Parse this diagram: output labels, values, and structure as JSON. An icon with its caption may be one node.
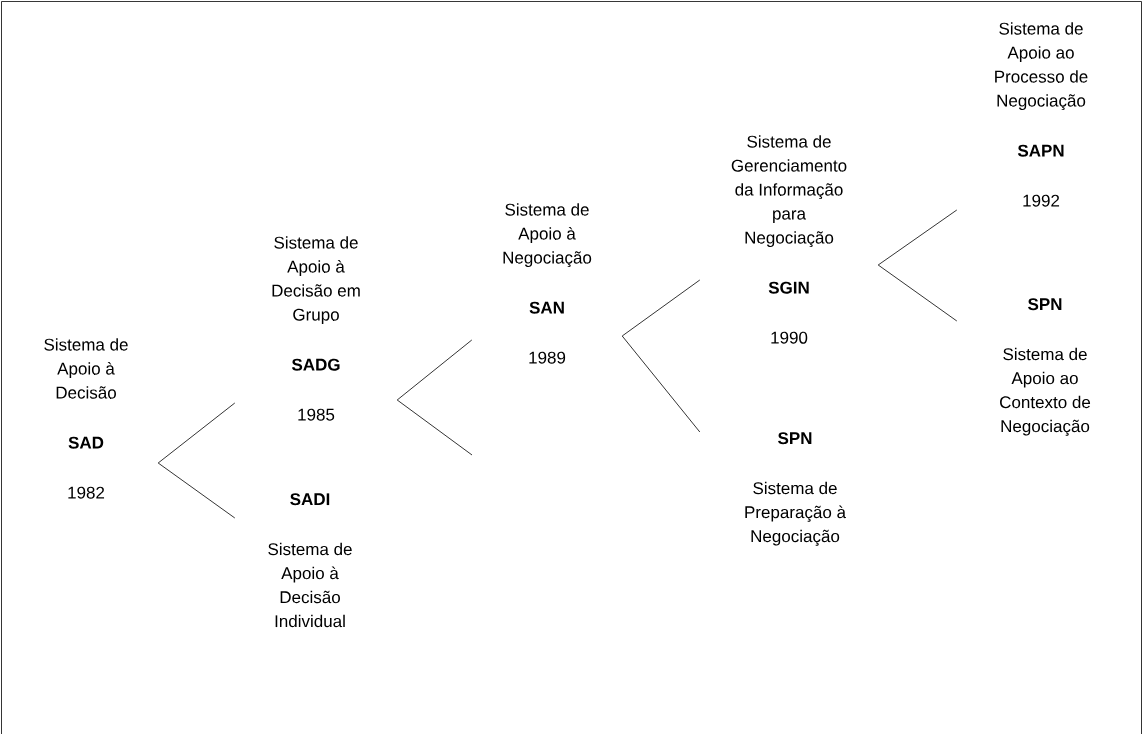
{
  "diagram": {
    "nodes": [
      {
        "text": [
          "Sistema de Apoio à Decisão",
          "SAD",
          "1982"
        ]
      },
      {
        "text": [
          "Sistema de Apoio à Decisão em Grupo",
          "SADG",
          "1985"
        ]
      },
      {
        "text": [
          "SADI",
          "Sistema de Apoio à Decisão Individual"
        ]
      },
      {
        "text": [
          "Sistema de Apoio à Negociação",
          "SAN",
          "1989"
        ]
      },
      {
        "text": [
          "Sistema de Gerenciamento da Informação para Negociação",
          "SGIN",
          "1990"
        ]
      },
      {
        "text": [
          "SPN",
          "Sistema de Preparação à Negociação"
        ]
      },
      {
        "text": [
          "Sistema de Apoio ao Processo de Negociação",
          "SAPN",
          "1992"
        ]
      },
      {
        "text": [
          "SPN",
          "Sistema de Apoio ao Contexto de Negociação"
        ]
      }
    ],
    "edges": [
      {
        "from": 0,
        "to": 1,
        "arrow": "none"
      },
      {
        "from": 0,
        "to": 2,
        "arrow": "none"
      },
      {
        "from": 1,
        "to": 3,
        "arrow": "none"
      },
      {
        "from": 1,
        "to": null,
        "arrow": "none"
      },
      {
        "from": 3,
        "to": 4,
        "arrow": "none"
      },
      {
        "from": 3,
        "to": 5,
        "arrow": "none"
      },
      {
        "from": 4,
        "to": 6,
        "arrow": "none"
      },
      {
        "from": 4,
        "to": 7,
        "arrow": "none"
      }
    ]
  }
}
